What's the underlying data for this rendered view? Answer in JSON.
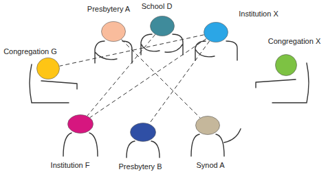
{
  "diagram": {
    "nodes": [
      {
        "text": [
          "Presbytery A"
        ]
      },
      {
        "text": [
          "School D"
        ]
      },
      {
        "text": [
          "Institution X"
        ]
      },
      {
        "text": [
          "Congregation G"
        ]
      },
      {
        "text": [
          "Congregation X"
        ]
      },
      {
        "text": [
          "Institution F"
        ]
      },
      {
        "text": [
          "Presbytery B"
        ]
      },
      {
        "text": [
          "Synod A"
        ]
      }
    ],
    "edges": [
      {
        "from": 0,
        "to": 7,
        "arrow": "none"
      },
      {
        "from": 1,
        "to": 5,
        "arrow": "none"
      },
      {
        "from": 2,
        "to": 3,
        "arrow": "none"
      },
      {
        "from": 2,
        "to": 5,
        "arrow": "none"
      },
      {
        "from": 2,
        "to": 6,
        "arrow": "none"
      }
    ]
  }
}
